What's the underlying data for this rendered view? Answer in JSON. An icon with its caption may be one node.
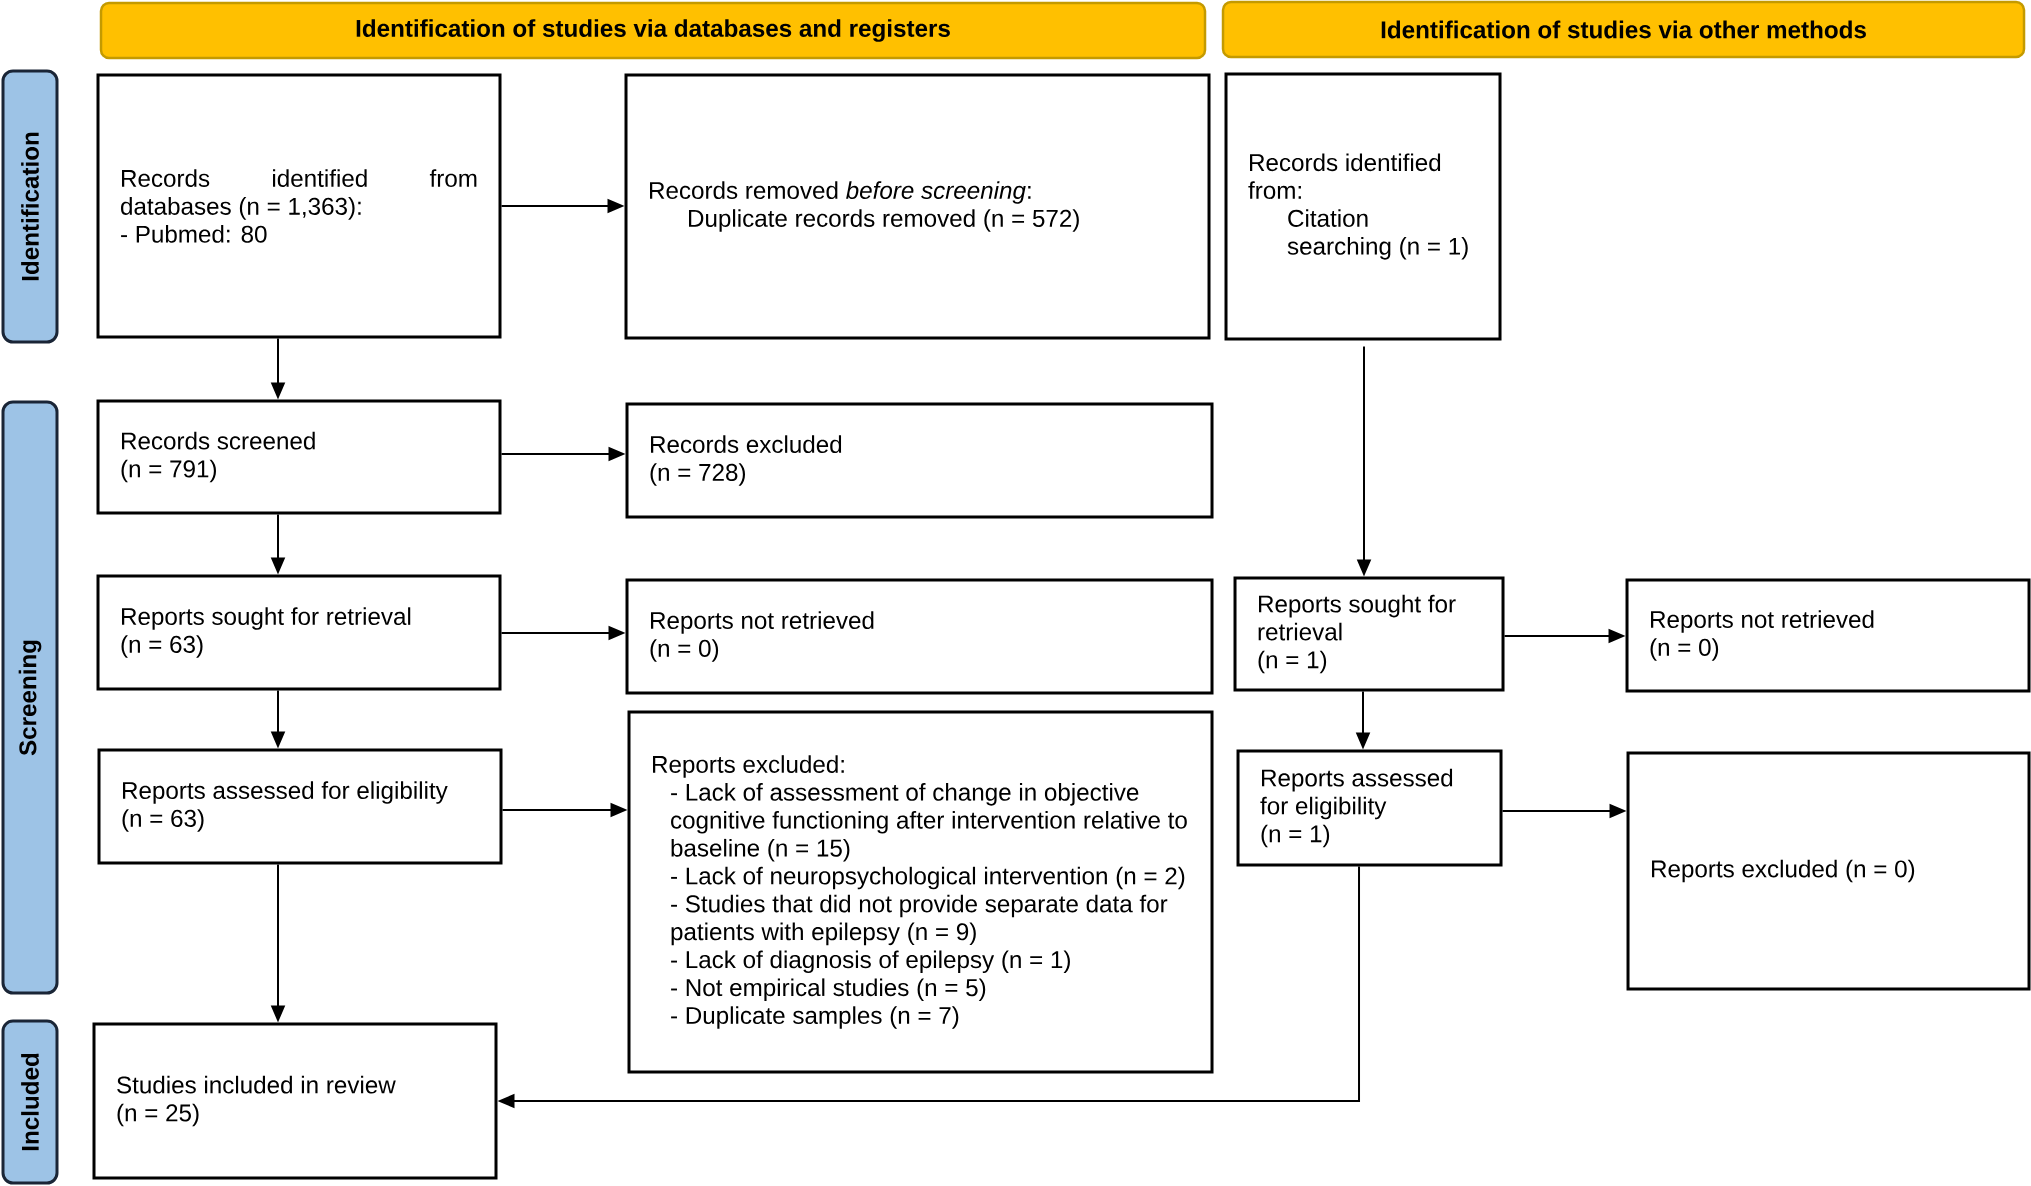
{
  "diagram": {
    "nodes": [
      {
        "text": [
          "Identification of studies via databases and registers"
        ]
      },
      {
        "text": [
          "Identification of studies via other methods"
        ]
      },
      {
        "text": [
          "Identification"
        ]
      },
      {
        "text": [
          "Records identified from databases (n = 1,363):",
          "- Pubmed: 80"
        ]
      },
      {
        "text": [
          "Records removed *before screening*:",
          "Duplicate records removed (n = 572)"
        ]
      },
      {
        "text": [
          "Records identified from:",
          "Citation searching (n = 1)"
        ]
      },
      {
        "text": [
          "Screening"
        ]
      },
      {
        "text": [
          "Records screened",
          "(n = 791)"
        ]
      },
      {
        "text": [
          "Records excluded",
          "(n = 728)"
        ]
      },
      {
        "text": [
          "Reports sought for retrieval",
          "(n = 63)"
        ]
      },
      {
        "text": [
          "Reports not retrieved",
          "(n = 0)"
        ]
      },
      {
        "text": [
          "Reports sought for retrieval",
          "(n = 1)"
        ]
      },
      {
        "text": [
          "Reports not retrieved",
          "(n = 0)"
        ]
      },
      {
        "text": [
          "Reports assessed for eligibility",
          "(n = 63)"
        ]
      },
      {
        "text": [
          "Reports excluded:",
          "- Lack of assessment of change in objective cognitive functioning after intervention relative to baseline (n = 15)",
          "- Lack of neuropsychological intervention (n = 2)",
          "- Studies that did not provide separate data for patients with epilepsy (n = 9)",
          "- Lack of diagnosis of epilepsy (n = 1)",
          "- Not empirical studies (n = 5)",
          "- Duplicate samples (n = 7)"
        ]
      },
      {
        "text": [
          "Reports assessed for eligibility",
          "(n = 1)"
        ]
      },
      {
        "text": [
          "Reports excluded (n = 0)"
        ]
      },
      {
        "text": [
          "Included"
        ]
      },
      {
        "text": [
          "Studies included in review",
          "(n = 25)"
        ]
      }
    ],
    "edges": [
      {
        "from": 3,
        "to": 4,
        "arrow": "to"
      },
      {
        "from": 3,
        "to": 7,
        "arrow": "to"
      },
      {
        "from": 7,
        "to": 8,
        "arrow": "to"
      },
      {
        "from": 7,
        "to": 9,
        "arrow": "to"
      },
      {
        "from": 9,
        "to": 10,
        "arrow": "to"
      },
      {
        "from": 9,
        "to": 13,
        "arrow": "to"
      },
      {
        "from": 13,
        "to": 14,
        "arrow": "to"
      },
      {
        "from": 13,
        "to": 18,
        "arrow": "to"
      },
      {
        "from": 5,
        "to": 11,
        "arrow": "to"
      },
      {
        "from": 11,
        "to": 12,
        "arrow": "to"
      },
      {
        "from": 11,
        "to": 15,
        "arrow": "to"
      },
      {
        "from": 15,
        "to": 16,
        "arrow": "to"
      },
      {
        "from": 15,
        "to": 18,
        "arrow": "to"
      }
    ]
  }
}
